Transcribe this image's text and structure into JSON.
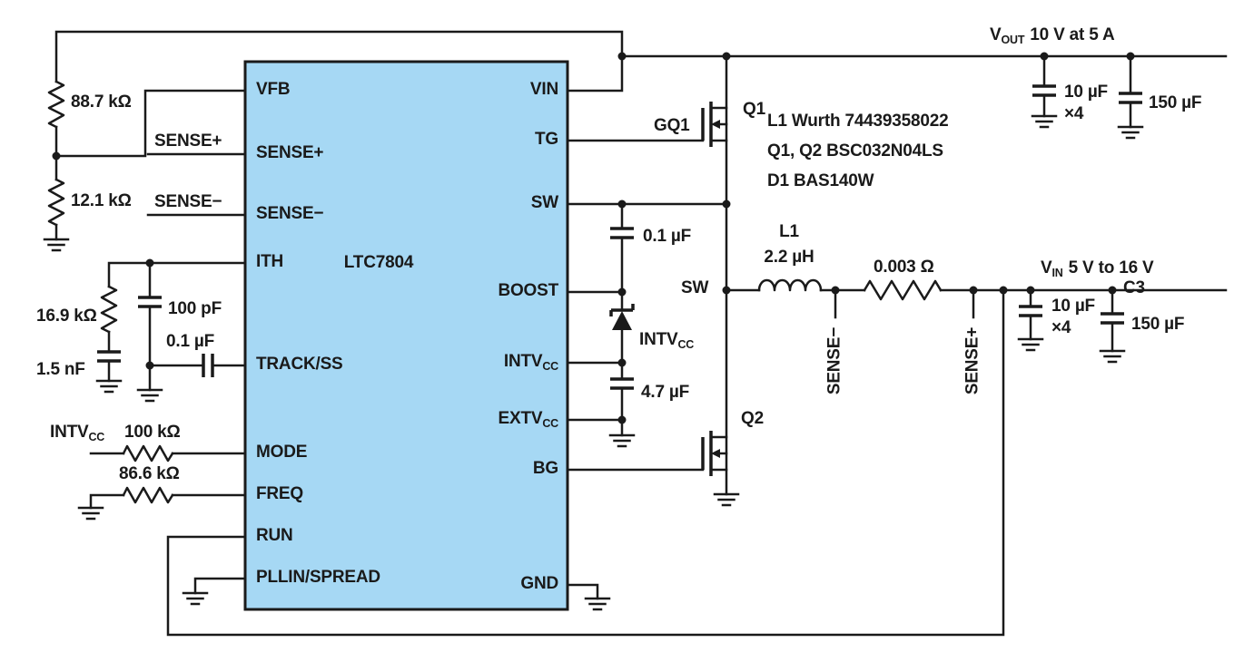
{
  "colors": {
    "ic_fill": "#a6d8f4",
    "ic_border": "#1a1a1a",
    "wire": "#1a1a1a",
    "background": "#ffffff"
  },
  "ic": {
    "name": "LTC7804",
    "left_pins": [
      "VFB",
      "SENSE+",
      "SENSE−",
      "ITH",
      "TRACK/SS",
      "MODE",
      "FREQ",
      "RUN",
      "PLLIN/SPREAD"
    ],
    "right_pins": [
      {
        "main": "VIN",
        "sub": ""
      },
      {
        "main": "TG",
        "sub": ""
      },
      {
        "main": "SW",
        "sub": ""
      },
      {
        "main": "BOOST",
        "sub": ""
      },
      {
        "main": "INTV",
        "sub": "CC"
      },
      {
        "main": "EXTV",
        "sub": "CC"
      },
      {
        "main": "BG",
        "sub": ""
      },
      {
        "main": "GND",
        "sub": ""
      }
    ]
  },
  "labels": {
    "r_fb_top": "88.7 kΩ",
    "r_fb_bot": "12.1 kΩ",
    "sense_plus": "SENSE+",
    "sense_minus": "SENSE−",
    "r_ith": "16.9 kΩ",
    "c_ith": "1.5 nF",
    "c_filt": "100 pF",
    "c_ss": "0.1 µF",
    "intvcc_net": {
      "main": "INTV",
      "sub": "CC"
    },
    "r_mode": "100 kΩ",
    "r_freq": "86.6 kΩ",
    "gq1": "GQ1",
    "q1": "Q1",
    "q2": "Q2",
    "c_boost": "0.1 µF",
    "intvcc_diode": {
      "main": "INTV",
      "sub": "CC"
    },
    "c_intvcc": "4.7 µF",
    "sw_node": "SW",
    "l1_ref": "L1",
    "l1_value": "2.2 µH",
    "r_sense": "0.003 Ω",
    "sense_minus_tap": "SENSE−",
    "sense_plus_tap": "SENSE+",
    "vout_rail": {
      "main": "V",
      "sub": "OUT",
      "rest": "10 V at 5 A"
    },
    "vin_rail": {
      "main": "V",
      "sub": "IN",
      "rest": "5 V to 16 V"
    },
    "cout_mlcc": "10 µF",
    "cout_mlcc_qty": "×4",
    "cout_bulk": "150 µF",
    "cin_mlcc": "10 µF",
    "cin_mlcc_qty": "×4",
    "c3_ref": "C3",
    "c3_value": "150 µF"
  },
  "notes": [
    "L1 Wurth 74439358022",
    "Q1, Q2 BSC032N04LS",
    "D1 BAS140W"
  ]
}
